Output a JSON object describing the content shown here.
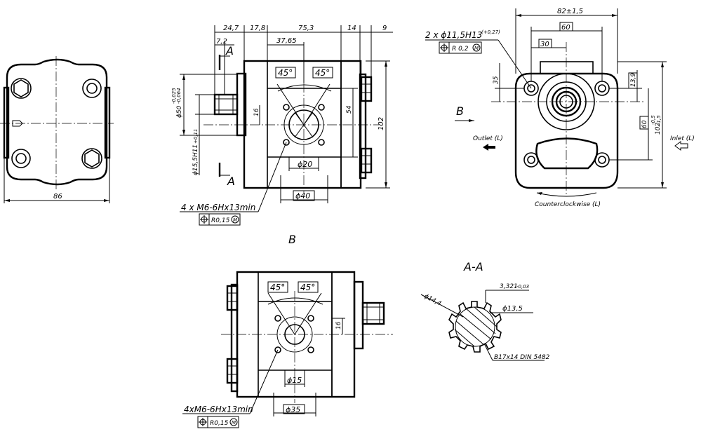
{
  "left_view": {
    "width_dim": "86"
  },
  "front_view": {
    "dims_top": [
      "24,7",
      "17,8",
      "75,3",
      "14",
      "9"
    ],
    "dim_7_2": "7,2",
    "dim_37_65": "37,65",
    "angle_1": "45°",
    "angle_2": "45°",
    "dia_50": "ϕ50",
    "dia_50_tol_top": "-0,025",
    "dia_50_tol_bottom": "-0,064",
    "dia_16": "ϕ15,5H11",
    "dia_16_tol": "+0,11",
    "dim_16": "16",
    "dim_54": "54",
    "dim_102": "102",
    "dia_20": "ϕ20",
    "dia_40": "ϕ40",
    "section_a": "A",
    "thread_note": "4 x M6-6Hx13min",
    "tol_frame_value": "R0,15",
    "tol_frame_mod": "M"
  },
  "view_b_label": "B",
  "right_view": {
    "hole_note": "2 x ϕ11,5H13",
    "hole_tol": "(+0,27)",
    "tol_frame_value": "R 0,2",
    "tol_frame_mod": "M",
    "dim_82": "82±1,5",
    "dim_60_top": "60",
    "dim_30": "30",
    "dim_35": "35",
    "dim_13_9": "13,9",
    "dim_60_side": "60",
    "dim_102": "102",
    "dim_102_tol_top": "-0,5",
    "dim_102_tol_bottom": "-1,5",
    "view_b": "B",
    "outlet": "Outlet (L)",
    "inlet": "Inlet (L)",
    "rotation": "Counterclockwise (L)"
  },
  "bottom_view": {
    "angle_1": "45°",
    "angle_2": "45°",
    "dim_16": "16",
    "dia_15": "ϕ15",
    "dia_35": "ϕ35",
    "thread_note": "4xM6-6Hx13min",
    "tol_frame_value": "R0,15",
    "tol_frame_mod": "M"
  },
  "section_view": {
    "title": "A-A",
    "dim_3321": "3,321",
    "dim_3321_tol": "-0,03",
    "dia_14_4": "ϕ14,4",
    "dia_13_5": "ϕ13,5",
    "spline": "B17x14 DIN 5482"
  }
}
